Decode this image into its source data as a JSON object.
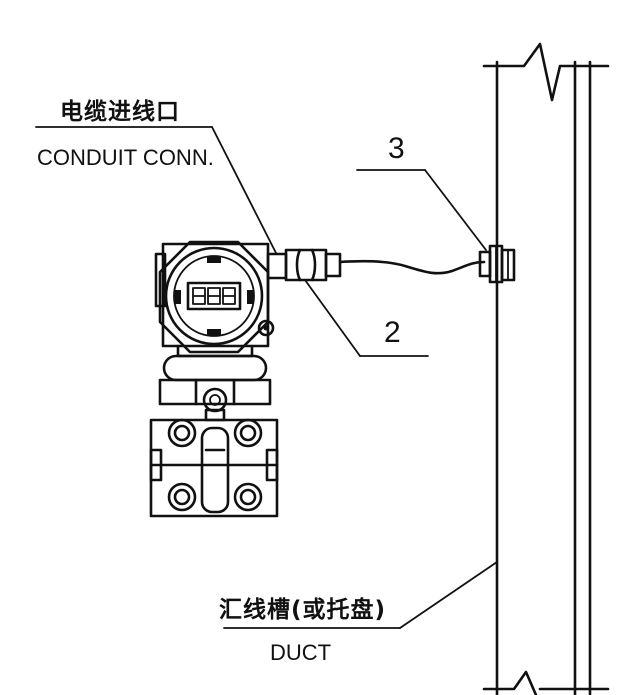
{
  "labels": {
    "conduit_cn": "电缆进线口",
    "conduit_en": "CONDUIT CONN.",
    "callout_3": "3",
    "callout_2": "2",
    "duct_cn": "汇线槽(或托盘)",
    "duct_en": "DUCT"
  },
  "transmitter": {
    "display_digits": "888"
  }
}
